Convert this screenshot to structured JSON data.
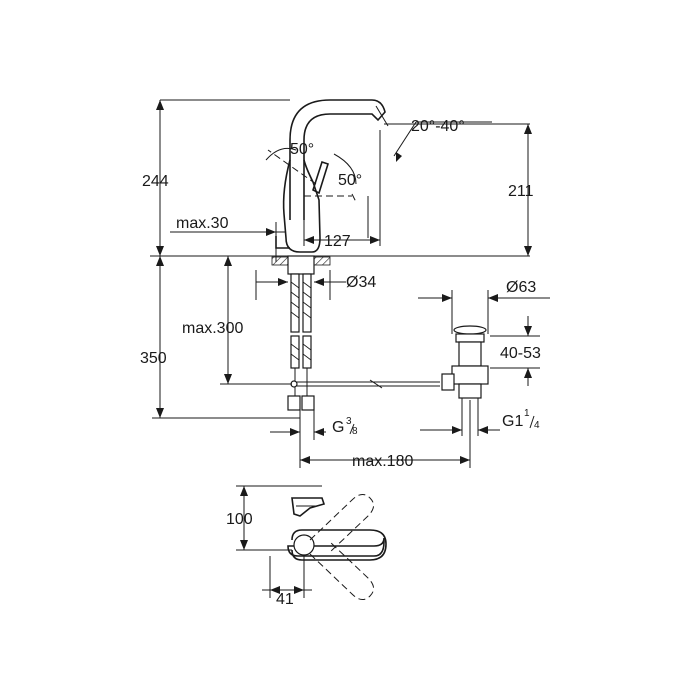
{
  "dimensions": {
    "spout_angle": "20°-40°",
    "lever_angle_left": "50°",
    "lever_angle_right": "50°",
    "total_height": "244",
    "spout_height": "211",
    "max_deck": "max.30",
    "projection": "127",
    "hole_diameter": "Ø34",
    "max_hose": "max.300",
    "below_deck": "350",
    "connection_base": "G",
    "connection_sup": "3",
    "connection_sub": "8",
    "waste_diameter": "Ø63",
    "waste_range": "40-53",
    "waste_thread_base": "G1",
    "waste_thread_sup": "1",
    "waste_thread_sub": "4",
    "rod_length": "max.180",
    "top_depth": "100",
    "lever_offset": "41"
  }
}
